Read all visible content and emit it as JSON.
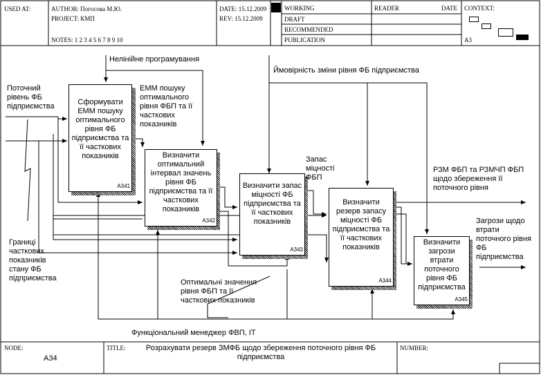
{
  "header": {
    "used_at": "USED AT:",
    "author": "AUTHOR:  Погосова М.Ю.",
    "project": "PROJECT:  КМП",
    "notes": "NOTES:  1  2  3  4  5  6  7  8  9  10",
    "date": "DATE: 15.12.2009",
    "rev": "REV:    15.12.2009",
    "status": [
      "WORKING",
      "DRAFT",
      "RECOMMENDED",
      "PUBLICATION"
    ],
    "reader": "READER",
    "reader_date": "DATE",
    "context": "CONTEXT:",
    "context_node": "А3"
  },
  "boxes": [
    {
      "text": "Сформувати ЕММ пошуку оптимального рівня ФБ підприємства та її часткових показників",
      "num": "A341"
    },
    {
      "text": "Визначити оптимальний інтервал значень рівня ФБ підприємства та її часткових показників",
      "num": "A342"
    },
    {
      "text": "Визначити запас міцності ФБ підприємства та її часткових показників",
      "num": "A343"
    },
    {
      "text": "Визначити резерв запасу міцності ФБ підприємства та її часткових показників",
      "num": "A344"
    },
    {
      "text": "Визначити загрози втрати поточного рівня ФБ підприємства",
      "num": "A345"
    }
  ],
  "labels": {
    "input1": "Поточний рівень ФБ підприємства",
    "control1": "Нелінійне програмування",
    "control2": "Ймовірність зміни рівня ФБ підприємства",
    "emm": "ЕММ пошуку оптимального рівня ФБП та її часткових показників",
    "zapas": "Запас міцності ФБП",
    "output1": "РЗМ ФБП та РЗМЧП ФБП щодо збереження її поточного рівня",
    "output2": "Загрози щодо втрати поточного рівня ФБ підприємства",
    "granytsi": "Границі часткових показників стану ФБ підприємства",
    "optimal": "Оптимальні значення рівня ФБП та її часткових показників",
    "mechanism": "Функціональний менеджер ФВП, IT"
  },
  "footer": {
    "node_label": "NODE:",
    "node": "А34",
    "title_label": "TITLE:",
    "title": "Розрахувати  резерв ЗМФБ  щодо збереження  поточного рівня ФБ підприємства",
    "number_label": "NUMBER:"
  }
}
